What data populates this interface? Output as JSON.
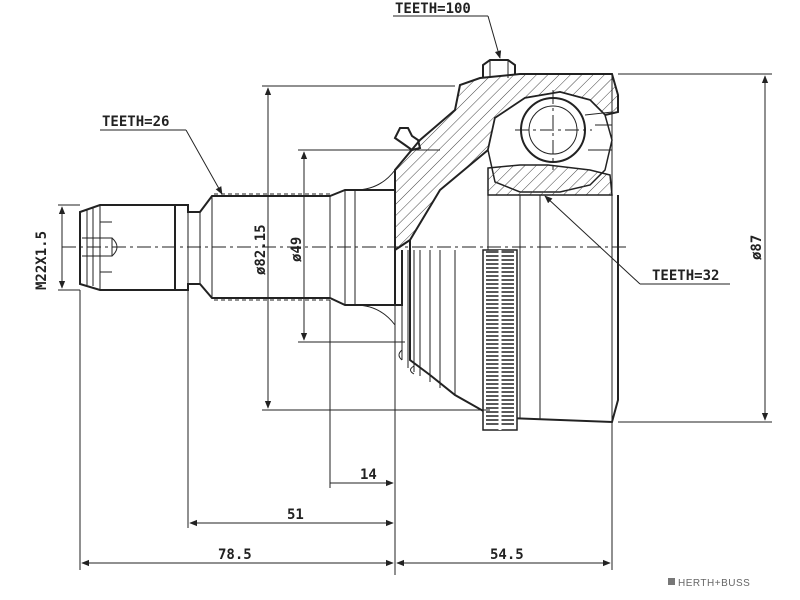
{
  "labels": {
    "teeth_100": "TEETH=100",
    "teeth_26": "TEETH=26",
    "teeth_32": "TEETH=32"
  },
  "dimensions": {
    "thread": "M22X1.5",
    "dia_82": "ø82.15",
    "dia_49": "ø49",
    "dia_87": "ø87",
    "len_14": "14",
    "len_51": "51",
    "len_78": "78.5",
    "len_54": "54.5"
  },
  "brand": {
    "logo_text": "HERTH+BUSS"
  }
}
